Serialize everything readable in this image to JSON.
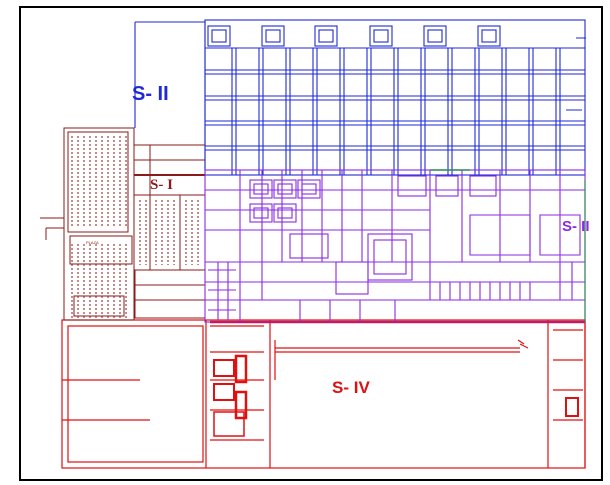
{
  "sections": {
    "s1": {
      "label": "S- I",
      "color": "#8b1a1a"
    },
    "s2": {
      "label": "S- II",
      "color": "#1f2ad6"
    },
    "s3": {
      "label": "S- II",
      "color": "#8a2be2"
    },
    "s4": {
      "label": "S- IV",
      "color": "#e01010"
    }
  },
  "small_annotation": "PLAZA",
  "colors": {
    "frame": "#000000",
    "line_red": "#e01010",
    "line_blue": "#1f2ad6",
    "line_purple": "#8a2be2",
    "line_brown": "#8b1a1a",
    "line_green": "#2e8b57"
  }
}
